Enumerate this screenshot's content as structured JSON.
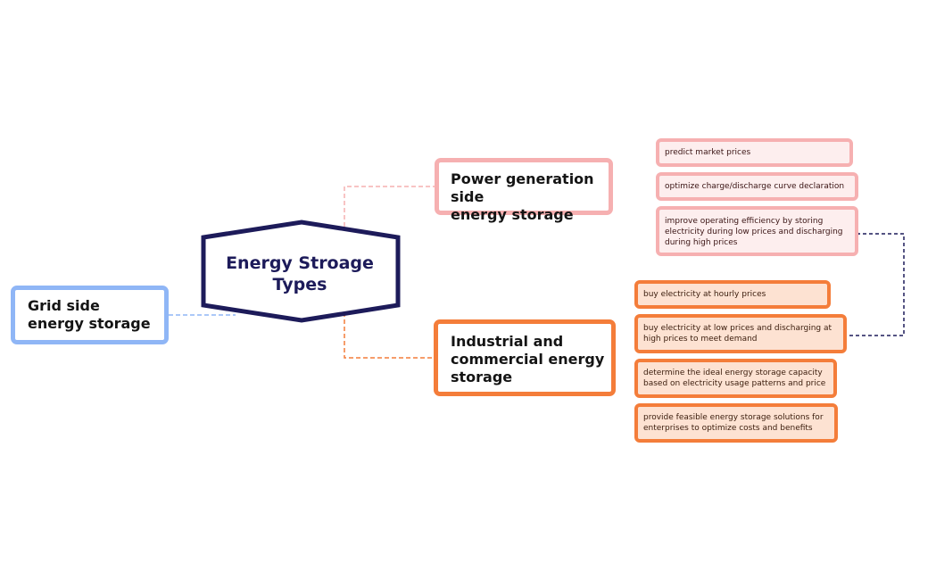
{
  "center": {
    "title": "Energy Stroage Types"
  },
  "grid": {
    "label_line1": "Grid side",
    "label_line2": "energy storage"
  },
  "power": {
    "label_line1": "Power generation side",
    "label_line2": "energy storage",
    "items": [
      "predict market prices",
      "optimize charge/discharge curve declaration",
      "improve operating efficiency by storing electricity during low prices and discharging during high prices"
    ]
  },
  "industrial": {
    "label_line1": "Industrial and",
    "label_line2": "commercial energy",
    "label_line3": "storage",
    "items": [
      "buy electricity at hourly prices",
      "buy electricity at low prices and discharging at high prices to meet demand",
      "determine the ideal energy storage capacity based on electricity usage patterns and price",
      "provide feasible energy storage solutions for enterprises to optimize costs and benefits"
    ]
  },
  "colors": {
    "center_border": "#1d1b5a",
    "grid_border": "#8fb6f6",
    "power_border": "#f6b0b1",
    "power_fill": "#fdeeee",
    "industrial_border": "#f47d3a",
    "industrial_fill": "#fde2d2",
    "relation_line": "#1d1b5a"
  }
}
